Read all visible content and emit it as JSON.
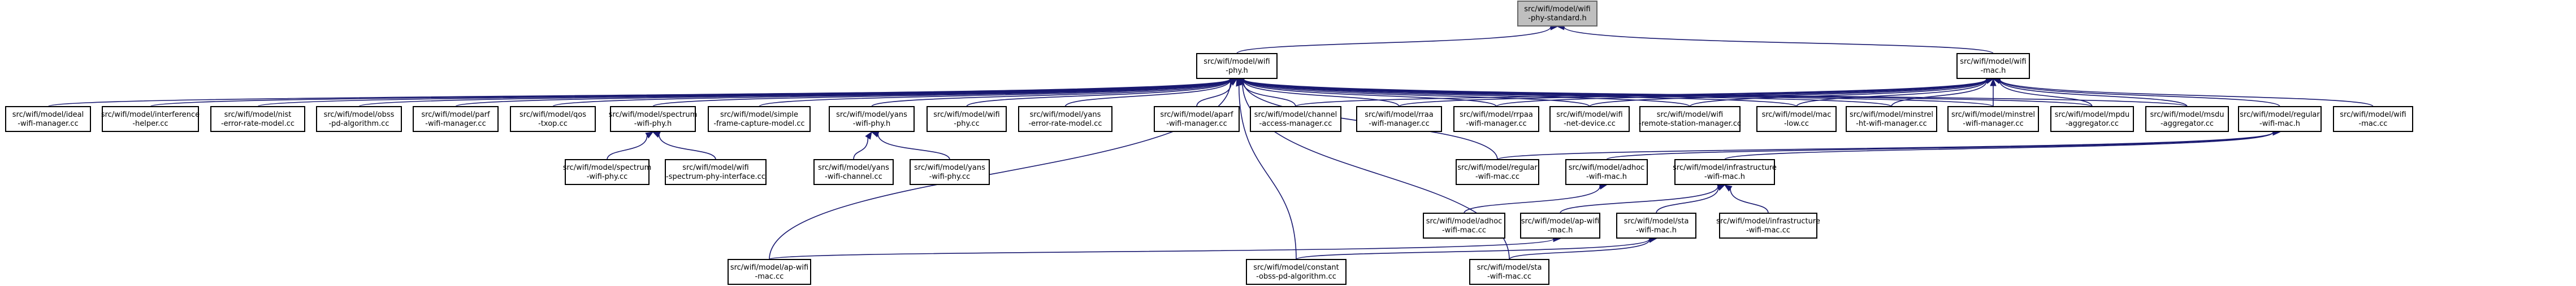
{
  "graph": {
    "nodes": [
      {
        "id": "n0",
        "lines": [
          "src/wifi/model/wifi",
          "-phy-standard.h"
        ]
      },
      {
        "id": "n1",
        "lines": [
          "src/wifi/model/wifi",
          "-phy.h"
        ]
      },
      {
        "id": "n2",
        "lines": [
          "src/wifi/model/wifi",
          "-mac.h"
        ]
      },
      {
        "id": "n3",
        "lines": [
          "src/wifi/model/ideal",
          "-wifi-manager.cc"
        ]
      },
      {
        "id": "n4",
        "lines": [
          "src/wifi/model/interference",
          "-helper.cc"
        ]
      },
      {
        "id": "n5",
        "lines": [
          "src/wifi/model/nist",
          "-error-rate-model.cc"
        ]
      },
      {
        "id": "n6",
        "lines": [
          "src/wifi/model/obss",
          "-pd-algorithm.cc"
        ]
      },
      {
        "id": "n7",
        "lines": [
          "src/wifi/model/parf",
          "-wifi-manager.cc"
        ]
      },
      {
        "id": "n8",
        "lines": [
          "src/wifi/model/qos",
          "-txop.cc"
        ]
      },
      {
        "id": "n9",
        "lines": [
          "src/wifi/model/spectrum",
          "-wifi-phy.h"
        ]
      },
      {
        "id": "n10",
        "lines": [
          "src/wifi/model/simple",
          "-frame-capture-model.cc"
        ]
      },
      {
        "id": "n11",
        "lines": [
          "src/wifi/model/yans",
          "-wifi-phy.h"
        ]
      },
      {
        "id": "n12",
        "lines": [
          "src/wifi/model/wifi",
          "-phy.cc"
        ]
      },
      {
        "id": "n13",
        "lines": [
          "src/wifi/model/yans",
          "-error-rate-model.cc"
        ]
      },
      {
        "id": "n14",
        "lines": [
          "src/wifi/model/aparf",
          "-wifi-manager.cc"
        ]
      },
      {
        "id": "n15",
        "lines": [
          "src/wifi/model/channel",
          "-access-manager.cc"
        ]
      },
      {
        "id": "n16",
        "lines": [
          "src/wifi/model/rraa",
          "-wifi-manager.cc"
        ]
      },
      {
        "id": "n17",
        "lines": [
          "src/wifi/model/rrpaa",
          "-wifi-manager.cc"
        ]
      },
      {
        "id": "n18",
        "lines": [
          "src/wifi/model/wifi",
          "-net-device.cc"
        ]
      },
      {
        "id": "n19",
        "lines": [
          "src/wifi/model/wifi",
          "-remote-station-manager.cc"
        ]
      },
      {
        "id": "n20",
        "lines": [
          "src/wifi/model/mac",
          "-low.cc"
        ]
      },
      {
        "id": "n21",
        "lines": [
          "src/wifi/model/minstrel",
          "-ht-wifi-manager.cc"
        ]
      },
      {
        "id": "n22",
        "lines": [
          "src/wifi/model/minstrel",
          "-wifi-manager.cc"
        ]
      },
      {
        "id": "n23",
        "lines": [
          "src/wifi/model/mpdu",
          "-aggregator.cc"
        ]
      },
      {
        "id": "n24",
        "lines": [
          "src/wifi/model/msdu",
          "-aggregator.cc"
        ]
      },
      {
        "id": "n25",
        "lines": [
          "src/wifi/model/regular",
          "-wifi-mac.h"
        ]
      },
      {
        "id": "n26",
        "lines": [
          "src/wifi/model/wifi",
          "-mac.cc"
        ]
      },
      {
        "id": "n27",
        "lines": [
          "src/wifi/model/spectrum",
          "-wifi-phy.cc"
        ]
      },
      {
        "id": "n28",
        "lines": [
          "src/wifi/model/wifi",
          "-spectrum-phy-interface.cc"
        ]
      },
      {
        "id": "n29",
        "lines": [
          "src/wifi/model/yans",
          "-wifi-channel.cc"
        ]
      },
      {
        "id": "n30",
        "lines": [
          "src/wifi/model/yans",
          "-wifi-phy.cc"
        ]
      },
      {
        "id": "n31",
        "lines": [
          "src/wifi/model/regular",
          "-wifi-mac.cc"
        ]
      },
      {
        "id": "n32",
        "lines": [
          "src/wifi/model/adhoc",
          "-wifi-mac.h"
        ]
      },
      {
        "id": "n33",
        "lines": [
          "src/wifi/model/infrastructure",
          "-wifi-mac.h"
        ]
      },
      {
        "id": "n34",
        "lines": [
          "src/wifi/model/adhoc",
          "-wifi-mac.cc"
        ]
      },
      {
        "id": "n35",
        "lines": [
          "src/wifi/model/ap-wifi",
          "-mac.h"
        ]
      },
      {
        "id": "n36",
        "lines": [
          "src/wifi/model/sta",
          "-wifi-mac.h"
        ]
      },
      {
        "id": "n37",
        "lines": [
          "src/wifi/model/infrastructure",
          "-wifi-mac.cc"
        ]
      },
      {
        "id": "n38",
        "lines": [
          "src/wifi/model/ap-wifi",
          "-mac.cc"
        ]
      },
      {
        "id": "n39",
        "lines": [
          "src/wifi/model/constant",
          "-obss-pd-algorithm.cc"
        ]
      },
      {
        "id": "n40",
        "lines": [
          "src/wifi/model/sta",
          "-wifi-mac.cc"
        ]
      }
    ],
    "edges": [
      [
        "n1",
        "n0"
      ],
      [
        "n2",
        "n0"
      ],
      [
        "n3",
        "n1"
      ],
      [
        "n4",
        "n1"
      ],
      [
        "n5",
        "n1"
      ],
      [
        "n6",
        "n1"
      ],
      [
        "n7",
        "n1"
      ],
      [
        "n8",
        "n1"
      ],
      [
        "n9",
        "n1"
      ],
      [
        "n10",
        "n1"
      ],
      [
        "n11",
        "n1"
      ],
      [
        "n12",
        "n1"
      ],
      [
        "n13",
        "n1"
      ],
      [
        "n14",
        "n1"
      ],
      [
        "n15",
        "n1"
      ],
      [
        "n16",
        "n1"
      ],
      [
        "n17",
        "n1"
      ],
      [
        "n18",
        "n1"
      ],
      [
        "n19",
        "n1"
      ],
      [
        "n20",
        "n1"
      ],
      [
        "n21",
        "n1"
      ],
      [
        "n22",
        "n1"
      ],
      [
        "n23",
        "n1"
      ],
      [
        "n24",
        "n1"
      ],
      [
        "n31",
        "n1"
      ],
      [
        "n38",
        "n1"
      ],
      [
        "n39",
        "n1"
      ],
      [
        "n40",
        "n1"
      ],
      [
        "n15",
        "n2"
      ],
      [
        "n16",
        "n2"
      ],
      [
        "n17",
        "n2"
      ],
      [
        "n18",
        "n2"
      ],
      [
        "n19",
        "n2"
      ],
      [
        "n20",
        "n2"
      ],
      [
        "n21",
        "n2"
      ],
      [
        "n22",
        "n2"
      ],
      [
        "n23",
        "n2"
      ],
      [
        "n24",
        "n2"
      ],
      [
        "n25",
        "n2"
      ],
      [
        "n26",
        "n2"
      ],
      [
        "n27",
        "n9"
      ],
      [
        "n28",
        "n9"
      ],
      [
        "n29",
        "n11"
      ],
      [
        "n30",
        "n11"
      ],
      [
        "n31",
        "n25"
      ],
      [
        "n32",
        "n25"
      ],
      [
        "n33",
        "n25"
      ],
      [
        "n34",
        "n32"
      ],
      [
        "n35",
        "n33"
      ],
      [
        "n36",
        "n33"
      ],
      [
        "n37",
        "n33"
      ],
      [
        "n38",
        "n35"
      ],
      [
        "n39",
        "n36"
      ],
      [
        "n40",
        "n36"
      ]
    ]
  }
}
